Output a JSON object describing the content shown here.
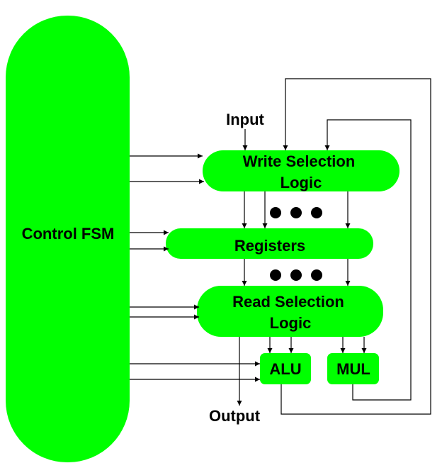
{
  "blocks": {
    "control_fsm": "Control FSM",
    "write_selection": [
      "Write Selection",
      "Logic"
    ],
    "registers": "Registers",
    "read_selection": [
      "Read Selection",
      "Logic"
    ],
    "alu": "ALU",
    "mul": "MUL"
  },
  "io": {
    "input": "Input",
    "output": "Output"
  },
  "colors": {
    "block_fill": "#00ff00",
    "line": "#000000",
    "background": "#ffffff"
  }
}
